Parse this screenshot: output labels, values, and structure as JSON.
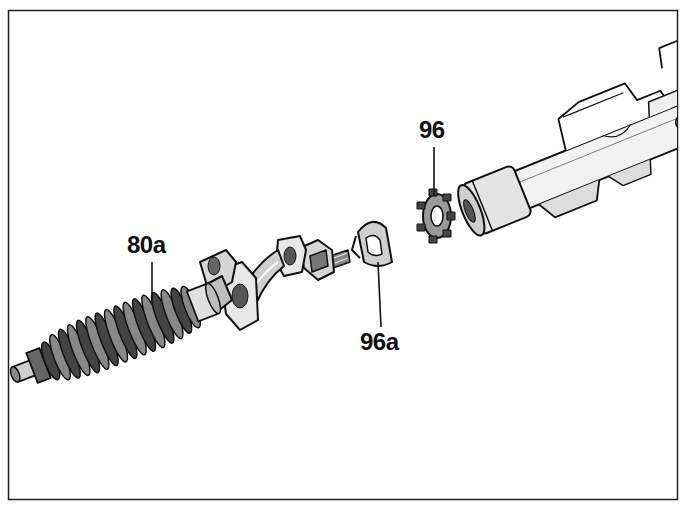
{
  "diagram": {
    "labels": [
      "80a",
      "96",
      "96a"
    ]
  }
}
